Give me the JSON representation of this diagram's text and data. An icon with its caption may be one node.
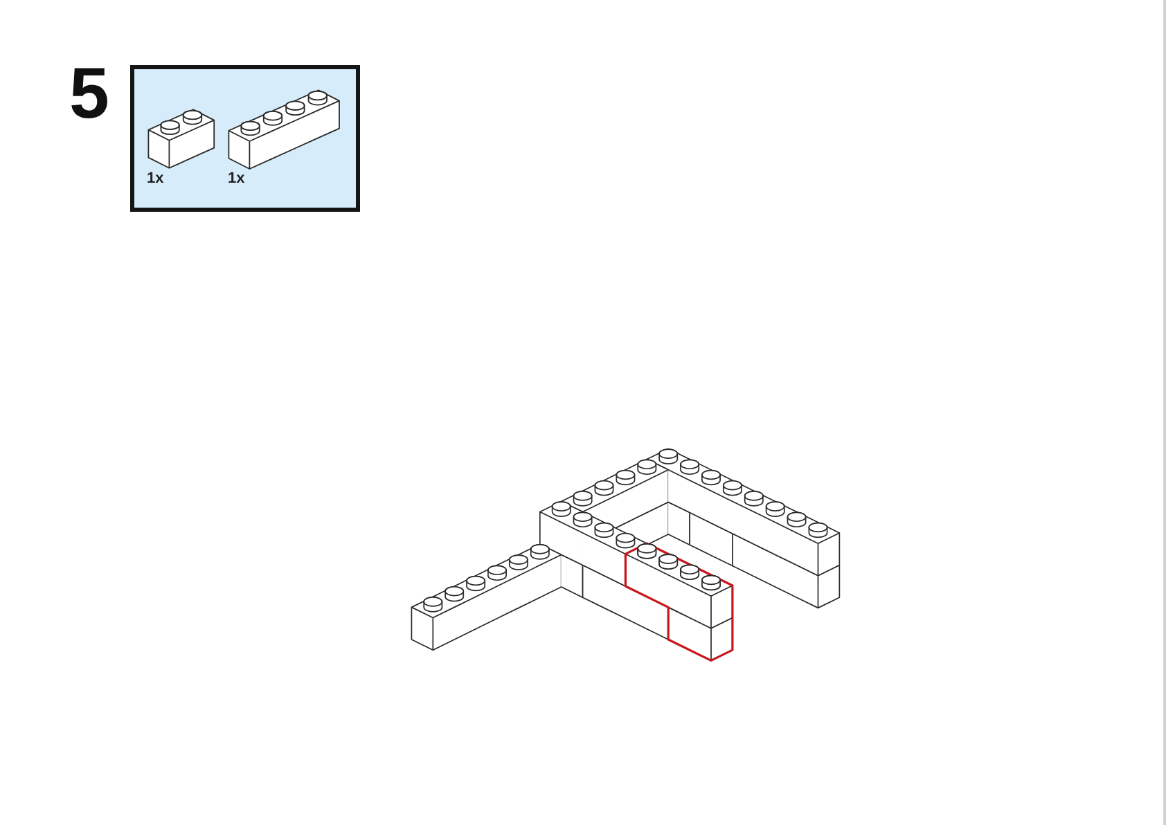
{
  "diagram": {
    "nodes": [
      {
        "text": [
          "1x",
          "1x"
        ]
      }
    ],
    "labels": [
      "5"
    ]
  }
}
